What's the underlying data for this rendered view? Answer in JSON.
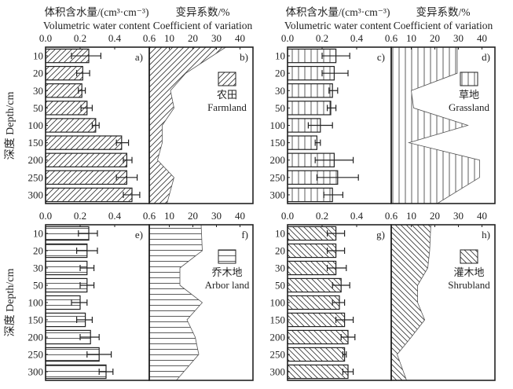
{
  "chart_data": {
    "type": "bar",
    "title": "",
    "depth_label": "深度 Depth/cm",
    "depths": [
      "10",
      "20",
      "30",
      "50",
      "100",
      "150",
      "200",
      "250",
      "300"
    ],
    "headers": {
      "vwc_cn": "体积含水量/(cm³·cm⁻³)",
      "vwc_en": "Volumetric water content",
      "cv_cn": "变异系数/%",
      "cv_en": "Coefficient of variation"
    },
    "vwc_axis": {
      "ticks": [
        "0.0",
        "0.2",
        "0.4",
        "0.6"
      ],
      "range": [
        0,
        0.6
      ]
    },
    "cv_axis": {
      "ticks": [
        "10",
        "20",
        "30",
        "40"
      ],
      "range": [
        1.5,
        45.5
      ]
    },
    "panels": [
      {
        "land_cn": "农田",
        "land_en": "Farmland",
        "pattern": "diag-right",
        "bar_letter": "a)",
        "cv_letter": "b)",
        "vwc_mean": [
          0.25,
          0.215,
          0.21,
          0.24,
          0.29,
          0.44,
          0.47,
          0.47,
          0.5
        ],
        "vwc_low": [
          0.15,
          0.18,
          0.19,
          0.205,
          0.27,
          0.41,
          0.45,
          0.41,
          0.45
        ],
        "vwc_high": [
          0.32,
          0.255,
          0.23,
          0.27,
          0.31,
          0.48,
          0.5,
          0.53,
          0.545
        ],
        "cv": [
          34,
          17,
          10.5,
          12,
          7,
          7,
          5,
          12,
          9
        ]
      },
      {
        "land_cn": "草地",
        "land_en": "Grassland",
        "pattern": "vertical",
        "bar_letter": "c)",
        "cv_letter": "d)",
        "vwc_mean": [
          0.28,
          0.27,
          0.26,
          0.25,
          0.19,
          0.17,
          0.27,
          0.29,
          0.26
        ],
        "vwc_low": [
          0.2,
          0.2,
          0.24,
          0.23,
          0.12,
          0.16,
          0.16,
          0.17,
          0.21
        ],
        "vwc_high": [
          0.36,
          0.35,
          0.29,
          0.28,
          0.26,
          0.19,
          0.38,
          0.41,
          0.32
        ],
        "cv": [
          29.5,
          29.5,
          10,
          11,
          34,
          9,
          39,
          39,
          21
        ]
      },
      {
        "land_cn": "乔木地",
        "land_en": "Arbor land",
        "pattern": "horizontal",
        "bar_letter": "e)",
        "cv_letter": "f)",
        "vwc_mean": [
          0.25,
          0.24,
          0.24,
          0.24,
          0.2,
          0.23,
          0.26,
          0.31,
          0.35
        ],
        "vwc_low": [
          0.19,
          0.18,
          0.2,
          0.2,
          0.15,
          0.18,
          0.2,
          0.24,
          0.31
        ],
        "vwc_high": [
          0.3,
          0.3,
          0.28,
          0.28,
          0.24,
          0.27,
          0.31,
          0.38,
          0.39
        ],
        "cv": [
          23.5,
          24,
          14.5,
          14.5,
          24,
          17.5,
          21,
          22.5,
          13
        ]
      },
      {
        "land_cn": "灌木地",
        "land_en": "Shrubland",
        "pattern": "diag-left",
        "bar_letter": "g)",
        "cv_letter": "h)",
        "vwc_mean": [
          0.28,
          0.28,
          0.28,
          0.31,
          0.3,
          0.33,
          0.35,
          0.33,
          0.35
        ],
        "vwc_low": [
          0.23,
          0.23,
          0.23,
          0.26,
          0.26,
          0.28,
          0.31,
          0.32,
          0.32
        ],
        "vwc_high": [
          0.33,
          0.33,
          0.34,
          0.36,
          0.33,
          0.38,
          0.39,
          0.34,
          0.38
        ],
        "cv": [
          18.3,
          17.8,
          17,
          12.7,
          12.7,
          15.7,
          10,
          4,
          8
        ]
      }
    ]
  }
}
